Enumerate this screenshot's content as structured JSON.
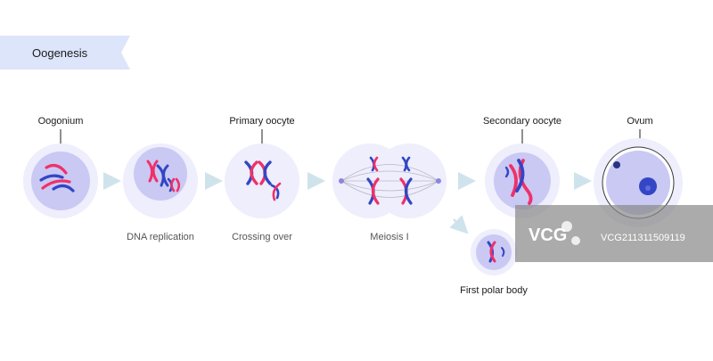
{
  "title": "Oogenesis",
  "stages": {
    "oogonium": "Oogonium",
    "primary_oocyte": "Primary oocyte",
    "secondary_oocyte": "Secondary oocyte",
    "ovum": "Ovum",
    "first_polar_body": "First polar body"
  },
  "steps": {
    "dna_replication": "DNA replication",
    "crossing_over": "Crossing over",
    "meiosis_1": "Meiosis I"
  },
  "watermark": {
    "logo_text": "VCG",
    "id_text": "VCG211311509119"
  },
  "colors": {
    "chromosome_red": "#f0306a",
    "chromosome_blue": "#3346c4",
    "cell_outer": "#eeeefc",
    "nucleus": "#c9c9f4",
    "arrow": "#cfe3ec",
    "title_banner": "#dde5fb"
  }
}
